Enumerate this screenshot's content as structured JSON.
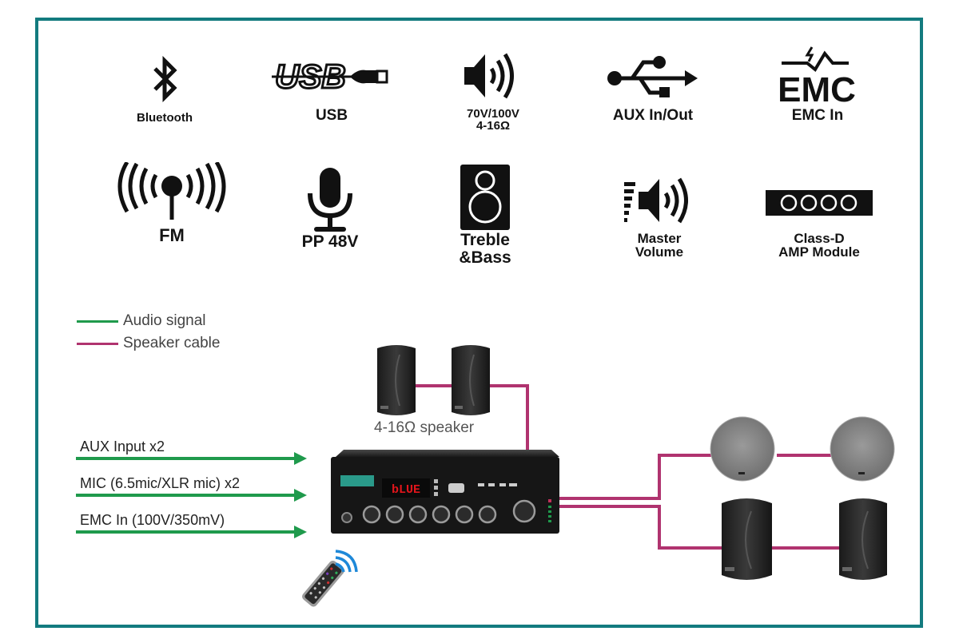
{
  "features": [
    {
      "id": "bluetooth",
      "icon": "bluetooth-icon",
      "label": "Bluetooth"
    },
    {
      "id": "usb",
      "icon": "usb-icon",
      "label": "USB"
    },
    {
      "id": "speaker-line",
      "icon": "speaker-volume-icon",
      "label": "70V/100V\n4-16Ω"
    },
    {
      "id": "aux",
      "icon": "usb-trident-icon",
      "label": "AUX In/Out"
    },
    {
      "id": "emc",
      "icon": "emc-icon",
      "label": "EMC In"
    },
    {
      "id": "fm",
      "icon": "fm-antenna-icon",
      "label": "FM"
    },
    {
      "id": "phantom",
      "icon": "microphone-icon",
      "label": "PP 48V"
    },
    {
      "id": "tone",
      "icon": "loudspeaker-box-icon",
      "label": "Treble\n&Bass"
    },
    {
      "id": "master",
      "icon": "master-volume-icon",
      "label": "Master\nVolume"
    },
    {
      "id": "classd",
      "icon": "amp-module-icon",
      "label": "Class-D\nAMP Module"
    }
  ],
  "legend": [
    {
      "label": "Audio signal",
      "color": "#1f9a4c"
    },
    {
      "label": "Speaker cable",
      "color": "#b0336f"
    }
  ],
  "inputs": [
    {
      "label": "AUX Input x2"
    },
    {
      "label": "MIC (6.5mic/XLR mic) x2"
    },
    {
      "label": "EMC In (100V/350mV)"
    }
  ],
  "speaker_label": "4-16Ω speaker",
  "amp": {
    "display": "bLUE"
  },
  "colors": {
    "frame": "#137b7f",
    "audio": "#1f9a4c",
    "speaker": "#b0336f",
    "display": "#e0151b",
    "remote_signal": "#1e88d8"
  }
}
